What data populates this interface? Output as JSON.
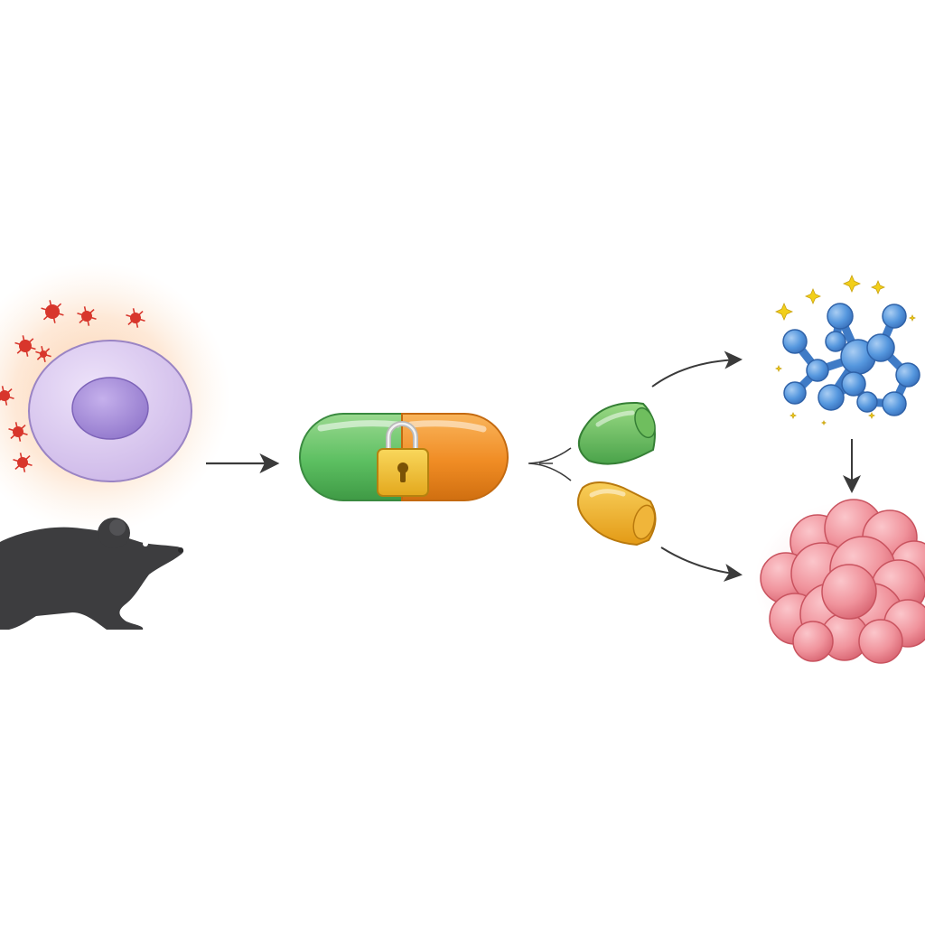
{
  "diagram": {
    "nodes": [
      {
        "id": "inflamed-cell",
        "label": "",
        "icon": "inflamed-cell-icon"
      },
      {
        "id": "mouse",
        "label": "",
        "icon": "mouse-icon"
      },
      {
        "id": "locked-capsule",
        "label": "",
        "icon": "locked-capsule-icon"
      },
      {
        "id": "green-capsule-half",
        "label": "",
        "icon": "green-capsule-half-icon"
      },
      {
        "id": "yellow-capsule-half",
        "label": "",
        "icon": "yellow-capsule-half-icon"
      },
      {
        "id": "molecule",
        "label": "",
        "icon": "molecule-icon"
      },
      {
        "id": "tissue-cluster",
        "label": "",
        "icon": "tissue-cluster-icon"
      }
    ],
    "edges": [
      {
        "from": "inflamed-cell",
        "to": "locked-capsule"
      },
      {
        "from": "locked-capsule",
        "to": "green-capsule-half"
      },
      {
        "from": "locked-capsule",
        "to": "yellow-capsule-half"
      },
      {
        "from": "green-capsule-half",
        "to": "molecule"
      },
      {
        "from": "yellow-capsule-half",
        "to": "tissue-cluster"
      },
      {
        "from": "molecule",
        "to": "tissue-cluster"
      }
    ],
    "colors": {
      "cell_body": "#d9c8ee",
      "cell_nucleus": "#a88ed6",
      "inflammation_glow": "#f9b27a",
      "particle_red": "#d8362c",
      "mouse": "#3d3d3f",
      "capsule_green": "#5cbf61",
      "capsule_orange": "#f08c24",
      "lock_gold": "#f2c12e",
      "capsule_half_yellow": "#f3b52b",
      "molecule_blue": "#4f93dc",
      "sparkle_yellow": "#f2cf1a",
      "tissue_pink": "#f08f99",
      "arrow": "#3a3a3a"
    }
  }
}
